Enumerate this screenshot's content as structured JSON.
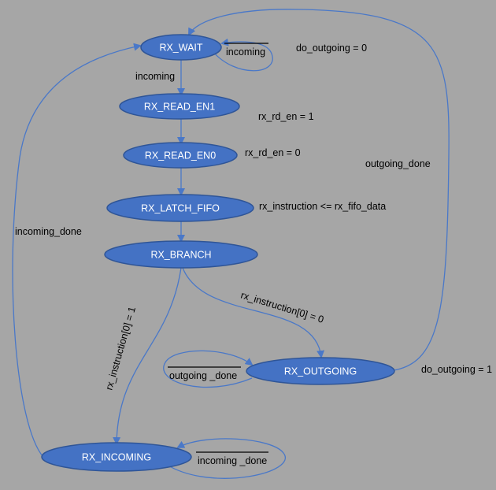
{
  "diagram": {
    "states": {
      "rx_wait": "RX_WAIT",
      "rx_read_en1": "RX_READ_EN1",
      "rx_read_en0": "RX_READ_EN0",
      "rx_latch_fifo": "RX_LATCH_FIFO",
      "rx_branch": "RX_BRANCH",
      "rx_outgoing": "RX_OUTGOING",
      "rx_incoming": "RX_INCOMING"
    },
    "transitions": {
      "wait_self": "incoming",
      "wait_to_read_en1": "incoming",
      "branch_to_outgoing": "rx_instruction[0] = 0",
      "branch_to_incoming": "rx_instruction[0] = 1",
      "outgoing_self": "outgoing _done",
      "outgoing_to_wait": "outgoing_done",
      "incoming_self": "incoming _done",
      "incoming_to_wait": "incoming_done"
    },
    "outputs": {
      "rx_wait": "do_outgoing = 0",
      "rx_read_en1": "rx_rd_en = 1",
      "rx_read_en0": "rx_rd_en = 0",
      "rx_latch_fifo": "rx_instruction <= rx_fifo_data",
      "rx_outgoing": "do_outgoing = 1"
    }
  },
  "colors": {
    "background": "#a6a6a6",
    "state_fill": "#4472c4",
    "edge": "#4a78c8"
  }
}
